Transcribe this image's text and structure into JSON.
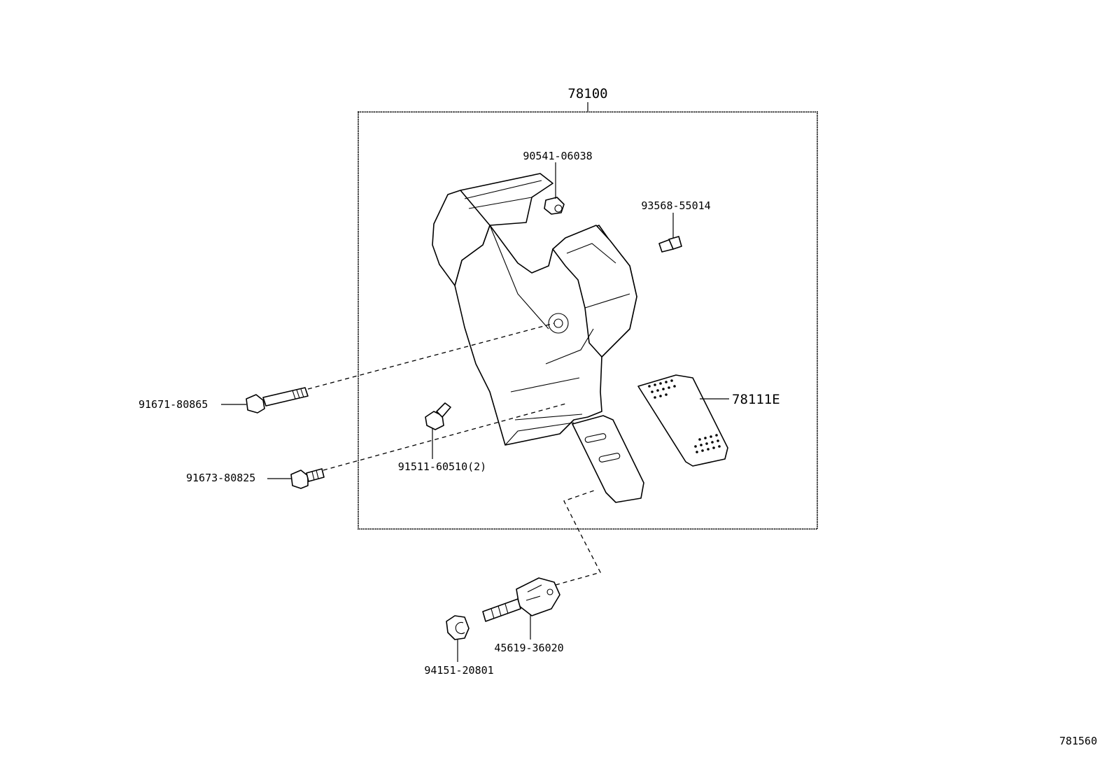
{
  "diagram": {
    "assembly_number": "78100",
    "parts": [
      {
        "id": "nut-top",
        "number": "90541-06038"
      },
      {
        "id": "screw-right",
        "number": "93568-55014"
      },
      {
        "id": "pad",
        "number": "78111E"
      },
      {
        "id": "bolt-long",
        "number": "91671-80865"
      },
      {
        "id": "bolt-short",
        "number": "91673-80825"
      },
      {
        "id": "bolt-middle",
        "number": "91511-60510(2)"
      },
      {
        "id": "stopper",
        "number": "45619-36020"
      },
      {
        "id": "nut-bottom",
        "number": "94151-20801"
      }
    ],
    "figure_code": "781560"
  }
}
